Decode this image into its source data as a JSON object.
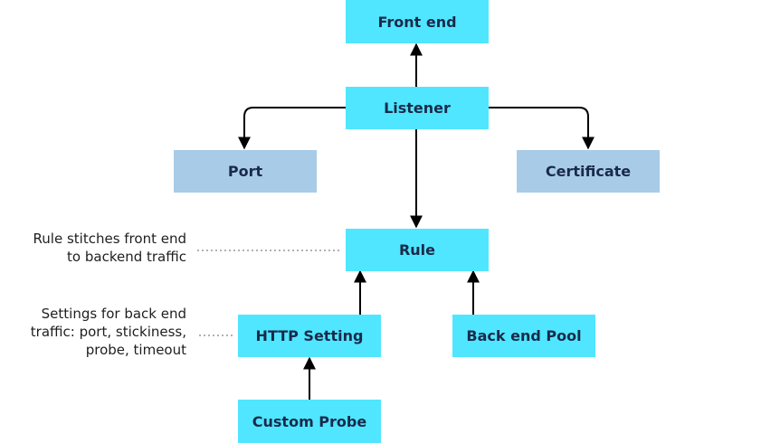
{
  "nodes": {
    "front_end": "Front end",
    "listener": "Listener",
    "port": "Port",
    "certificate": "Certificate",
    "rule": "Rule",
    "http_setting": "HTTP Setting",
    "back_end_pool": "Back end Pool",
    "custom_probe": "Custom Probe"
  },
  "notes": {
    "rule_line1": "Rule stitches front end",
    "rule_line2": "to backend traffic",
    "settings_line1": "Settings for back end",
    "settings_line2": "traffic: port, stickiness,",
    "settings_line3": "probe, timeout"
  },
  "colors": {
    "node_primary": "#50e6ff",
    "node_secondary": "#a8cce8",
    "connector": "#000000",
    "dotted_leader": "#999999"
  }
}
